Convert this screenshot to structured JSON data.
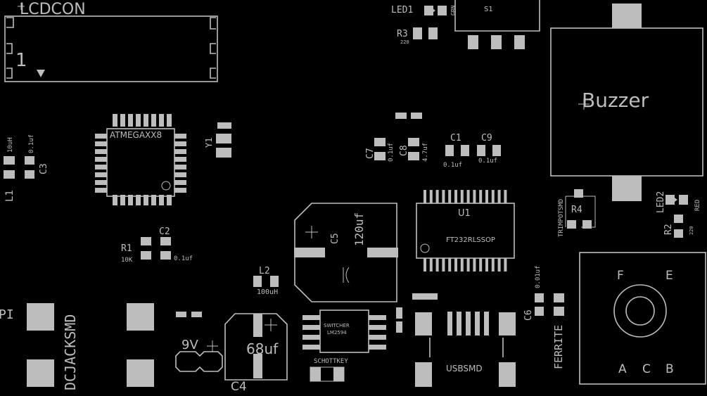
{
  "board": {
    "lcdcon": {
      "label": "LCDCON",
      "pin1": "1"
    },
    "led1": {
      "label": "LED1",
      "value": "GRN"
    },
    "s1": {
      "label": "S1"
    },
    "r3": {
      "label": "R3",
      "value": "220"
    },
    "buzzer": {
      "label": "Buzzer"
    },
    "atmega": {
      "label": "ATMEGAXX8"
    },
    "y1": {
      "label": "Y1"
    },
    "l1": {
      "label": "L1",
      "value": "10uH"
    },
    "c3": {
      "label": "C3",
      "value": "0.1uf"
    },
    "c7": {
      "label": "C7",
      "value": "0.1uf"
    },
    "c8": {
      "label": "C8",
      "value": "4.7uf"
    },
    "c1": {
      "label": "C1",
      "value": "0.1uf"
    },
    "c9": {
      "label": "C9",
      "value": "0.1uf"
    },
    "r4": {
      "label": "R4",
      "value": "TRIMPOTSMD"
    },
    "led2": {
      "label": "LED2",
      "value": "RED"
    },
    "r2": {
      "label": "R2",
      "value": "220"
    },
    "r1": {
      "label": "R1",
      "value": "10K"
    },
    "c2": {
      "label": "C2",
      "value": "0.1uf"
    },
    "c5": {
      "label": "C5",
      "value": "120uf"
    },
    "u1": {
      "label": "U1",
      "value": "FT232RLSSOP"
    },
    "c6": {
      "label": "C6",
      "value": "0.01uf"
    },
    "ferrite": {
      "label": "FERRITE"
    },
    "l2": {
      "label": "L2",
      "value": "100uH"
    },
    "pi": {
      "label": "PI"
    },
    "dcjack": {
      "label": "DCJACKSMD"
    },
    "nine_v": {
      "label": "9V"
    },
    "c4": {
      "label": "C4",
      "value": "68uf"
    },
    "switcher": {
      "label": "SWITCHER",
      "value": "LM2594"
    },
    "schottky": {
      "label": "SCHOTTKEY"
    },
    "usb": {
      "label": "USBSMD"
    },
    "pot": {
      "label_f": "F",
      "label_e": "E",
      "label_a": "A",
      "label_c": "C",
      "label_b": "B"
    }
  }
}
